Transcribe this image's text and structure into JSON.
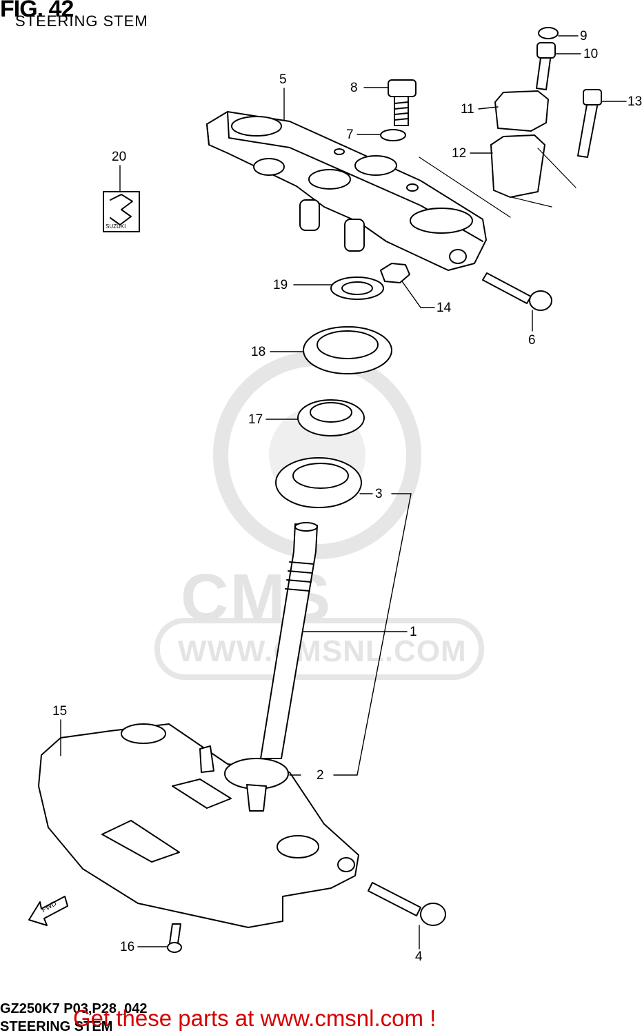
{
  "figure": {
    "title": "FIG. 42",
    "subtitle": "STEERING STEM",
    "model_code": "GZ250K7 P03,P28_042",
    "footer_caption": "STEERING STEM"
  },
  "promo_text": "Get these parts at www.cmsnl.com !",
  "watermark": {
    "logo_text": "CMS",
    "url_text": "WWW.CMSNL.COM"
  },
  "emblem_text": "SUZUKI",
  "fwd_label": "FWD",
  "callouts": [
    {
      "id": "c1",
      "label": "1"
    },
    {
      "id": "c2",
      "label": "2"
    },
    {
      "id": "c3",
      "label": "3"
    },
    {
      "id": "c4",
      "label": "4"
    },
    {
      "id": "c5",
      "label": "5"
    },
    {
      "id": "c6",
      "label": "6"
    },
    {
      "id": "c7",
      "label": "7"
    },
    {
      "id": "c8",
      "label": "8"
    },
    {
      "id": "c9",
      "label": "9"
    },
    {
      "id": "c10",
      "label": "10"
    },
    {
      "id": "c11",
      "label": "11"
    },
    {
      "id": "c12",
      "label": "12"
    },
    {
      "id": "c13",
      "label": "13"
    },
    {
      "id": "c14",
      "label": "14"
    },
    {
      "id": "c15",
      "label": "15"
    },
    {
      "id": "c16",
      "label": "16"
    },
    {
      "id": "c17",
      "label": "17"
    },
    {
      "id": "c18",
      "label": "18"
    },
    {
      "id": "c19",
      "label": "19"
    },
    {
      "id": "c20",
      "label": "20"
    }
  ],
  "colors": {
    "line": "#000000",
    "promo": "#d40000",
    "watermark": "#e4e4e4"
  }
}
